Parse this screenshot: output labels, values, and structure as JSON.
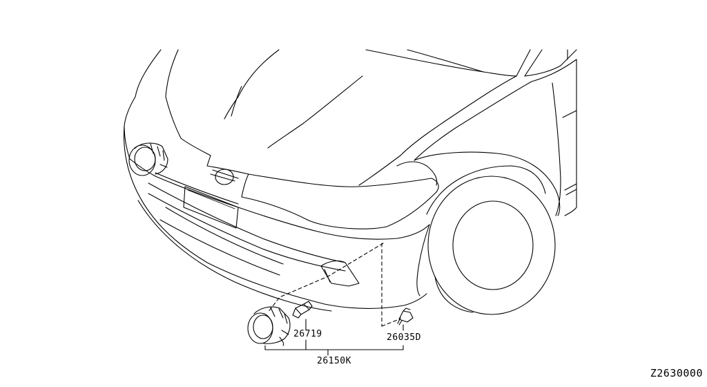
{
  "diagram": {
    "callouts": {
      "bulb": "26719",
      "screw": "26035D",
      "fog_lamp_assembly": "26150K"
    },
    "diagram_code": "Z2630000"
  }
}
